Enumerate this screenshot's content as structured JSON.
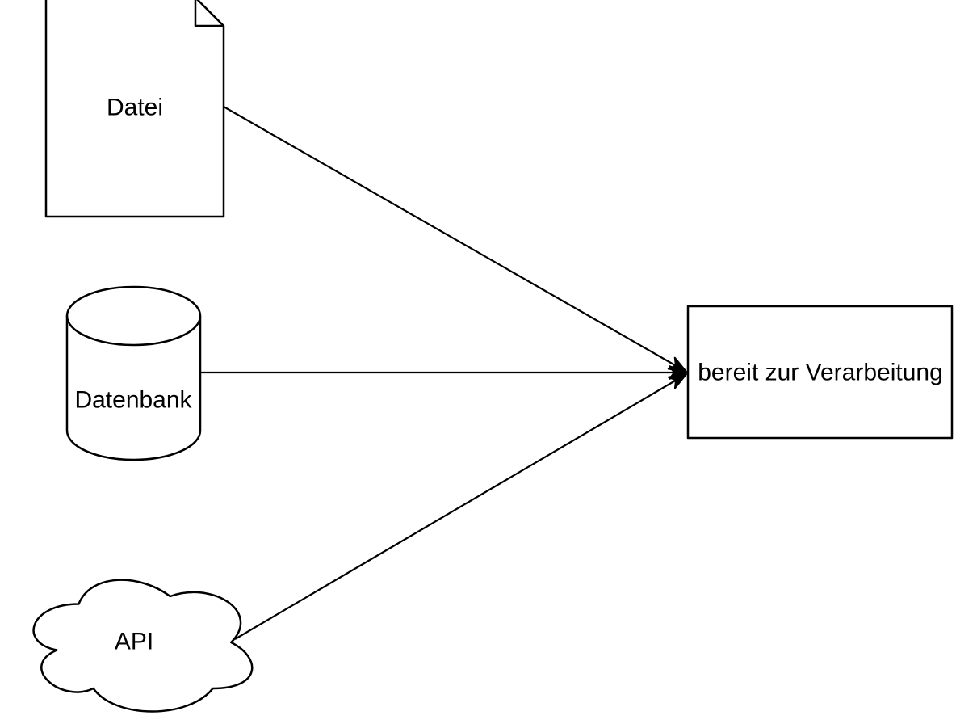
{
  "diagram": {
    "background_color": "#ffffff",
    "stroke_color": "#000000",
    "shape_fill_color": "#ffffff",
    "nodes": {
      "datei": {
        "label": "Datei",
        "shape": "document"
      },
      "datenbank": {
        "label": "Datenbank",
        "shape": "cylinder"
      },
      "api": {
        "label": "API",
        "shape": "cloud"
      },
      "ziel": {
        "label": "bereit zur Verarbeitung",
        "shape": "rectangle"
      }
    },
    "edges": [
      {
        "from": "Datei",
        "to": "bereit zur Verarbeitung",
        "arrow": "filled-triangle"
      },
      {
        "from": "Datenbank",
        "to": "bereit zur Verarbeitung",
        "arrow": "filled-triangle"
      },
      {
        "from": "API",
        "to": "bereit zur Verarbeitung",
        "arrow": "filled-triangle"
      }
    ]
  }
}
